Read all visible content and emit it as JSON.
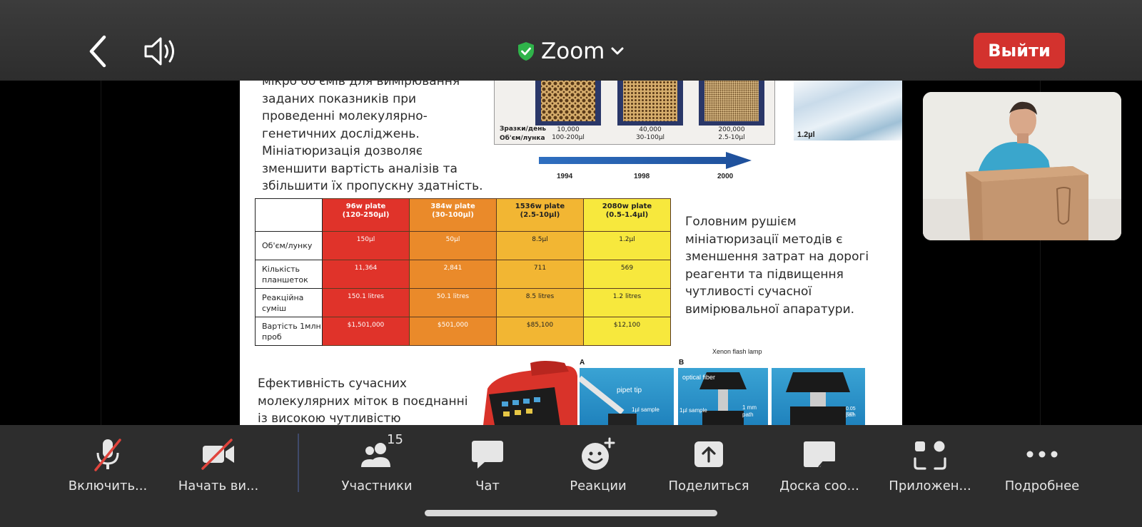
{
  "topbar": {
    "title": "Zoom",
    "exit_label": "Выйти"
  },
  "slide": {
    "text_top": "мікро об'ємів для вимірювання заданих показників при проведенні молекулярно-генетичних досліджень. Мініатюризація дозволяє зменшити вартість аналізів та збільшити їх пропускну здатність.",
    "plates": {
      "row_label_1": "Зразки/день",
      "row_label_2": "Об'єм/лунка",
      "items": [
        {
          "samples": "10,000",
          "volume": "100-200µl"
        },
        {
          "samples": "40,000",
          "volume": "30-100µl"
        },
        {
          "samples": "200,000",
          "volume": "2.5-10µl"
        }
      ],
      "chip_volume": "1.2µl",
      "years": [
        "1994",
        "1998",
        "2000"
      ]
    },
    "table": {
      "headers": [
        {
          "l1": "96w plate",
          "l2": "(120-250µl)"
        },
        {
          "l1": "384w plate",
          "l2": "(30-100µl)"
        },
        {
          "l1": "1536w plate",
          "l2": "(2.5-10µl)"
        },
        {
          "l1": "2080w plate",
          "l2": "(0.5-1.4µl)"
        }
      ],
      "rows": [
        {
          "label": "Об'єм/лунку",
          "cells": [
            "150µl",
            "50µl",
            "8.5µl",
            "1.2µl"
          ]
        },
        {
          "label": "Кількість планшеток",
          "cells": [
            "11,364",
            "2,841",
            "711",
            "569"
          ]
        },
        {
          "label": "Реакційна суміш",
          "cells": [
            "150.1 litres",
            "50.1 litres",
            "8.5 litres",
            "1.2 litres"
          ]
        },
        {
          "label": "Вартість 1млн проб",
          "cells": [
            "$1,501,000",
            "$501,000",
            "$85,100",
            "$12,100"
          ]
        }
      ]
    },
    "text_right": "Головним рушієм мініатюризації методів є зменшення затрат на дорогі реагенти та підвищення чутливості сучасної вимірювальної апаратури.",
    "text_bottom": "Ефективність сучасних молекулярних міток в поєднанні із високою чутливістю",
    "diagram": {
      "label_a": "A",
      "label_b": "B",
      "xenon": "Xenon flash lamp",
      "pipet_tip": "pipet tip",
      "sample_a": "1µl sample",
      "optical_fiber": "optical fiber",
      "sample_b": "1µl sample",
      "path_1": "1 mm",
      "path_1b": "path",
      "path_2": "0.05 mm",
      "path_2b": "path"
    }
  },
  "toolbar": {
    "items": [
      {
        "label": "Включить...",
        "icon": "mic-muted-icon"
      },
      {
        "label": "Начать ви...",
        "icon": "video-off-icon"
      },
      {
        "label": "Участники",
        "icon": "participants-icon",
        "count": "15"
      },
      {
        "label": "Чат",
        "icon": "chat-icon"
      },
      {
        "label": "Реакции",
        "icon": "reaction-icon"
      },
      {
        "label": "Поделиться",
        "icon": "share-icon"
      },
      {
        "label": "Доска соо...",
        "icon": "whiteboard-icon"
      },
      {
        "label": "Приложен...",
        "icon": "apps-icon"
      },
      {
        "label": "Подробнее",
        "icon": "more-icon"
      }
    ]
  },
  "colors": {
    "exit": "#d3322e",
    "shield": "#2fb34a",
    "muted_red": "#e0443c"
  }
}
